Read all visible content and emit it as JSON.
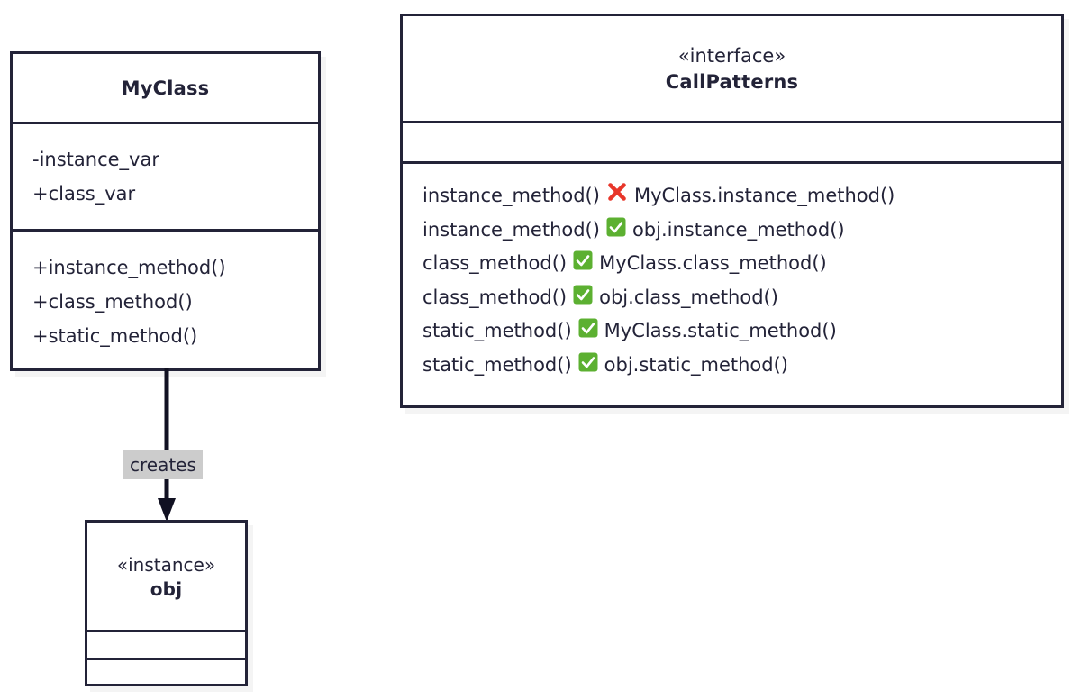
{
  "diagram": {
    "type": "uml-class-diagram",
    "background": "#ffffff",
    "stroke_color": "#232338",
    "label_background": "#cccccc",
    "check_color": "#5cb031",
    "cross_color": "#e8362a"
  },
  "my_class": {
    "name": "MyClass",
    "attributes": [
      "-instance_var",
      "+class_var"
    ],
    "methods": [
      "+instance_method()",
      "+class_method()",
      "+static_method()"
    ]
  },
  "relationship": {
    "label": "creates",
    "arrow": "solid-filled-arrowhead",
    "from": "MyClass",
    "to": "obj"
  },
  "obj_instance": {
    "stereotype": "«instance»",
    "name": "obj",
    "attributes": [],
    "methods": []
  },
  "call_patterns": {
    "stereotype": "«interface»",
    "name": "CallPatterns",
    "attributes": [],
    "rows": [
      {
        "method": "instance_method()",
        "mark": "cross-mark",
        "call": "MyClass.instance_method()"
      },
      {
        "method": "instance_method()",
        "mark": "check-mark",
        "call": "obj.instance_method()"
      },
      {
        "method": "class_method()",
        "mark": "check-mark",
        "call": "MyClass.class_method()"
      },
      {
        "method": "class_method()",
        "mark": "check-mark",
        "call": "obj.class_method()"
      },
      {
        "method": "static_method()",
        "mark": "check-mark",
        "call": "MyClass.static_method()"
      },
      {
        "method": "static_method()",
        "mark": "check-mark",
        "call": "obj.static_method()"
      }
    ]
  }
}
